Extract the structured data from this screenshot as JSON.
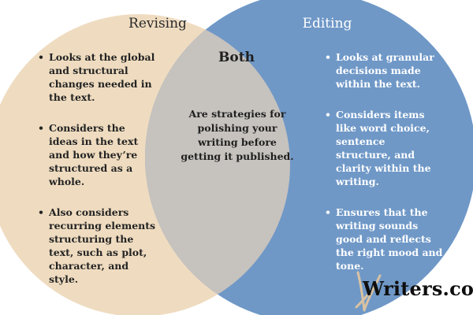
{
  "diagram": {
    "left": {
      "title": "Revising",
      "color": "#efdcc0",
      "points": [
        "Looks at the global and structural changes needed in the text.",
        "Considers the ideas in the text and how they’re structured as a whole.",
        "Also considers recurring elements structuring the text, such as plot, character, and style."
      ]
    },
    "right": {
      "title": "Editing",
      "color": "#6f98c7",
      "points": [
        "Looks at granular decisions made within the text.",
        "Considers items like word choice, sentence structure, and clarity within the writing.",
        "Ensures that the writing sounds good and reflects the right mood and tone."
      ]
    },
    "center": {
      "title": "Both",
      "color": "#c6c2be",
      "text": "Are strategies for polishing your writing before getting it published."
    }
  },
  "logo": {
    "text": "Writers.com",
    "mark_color": "#d9c2a2"
  }
}
